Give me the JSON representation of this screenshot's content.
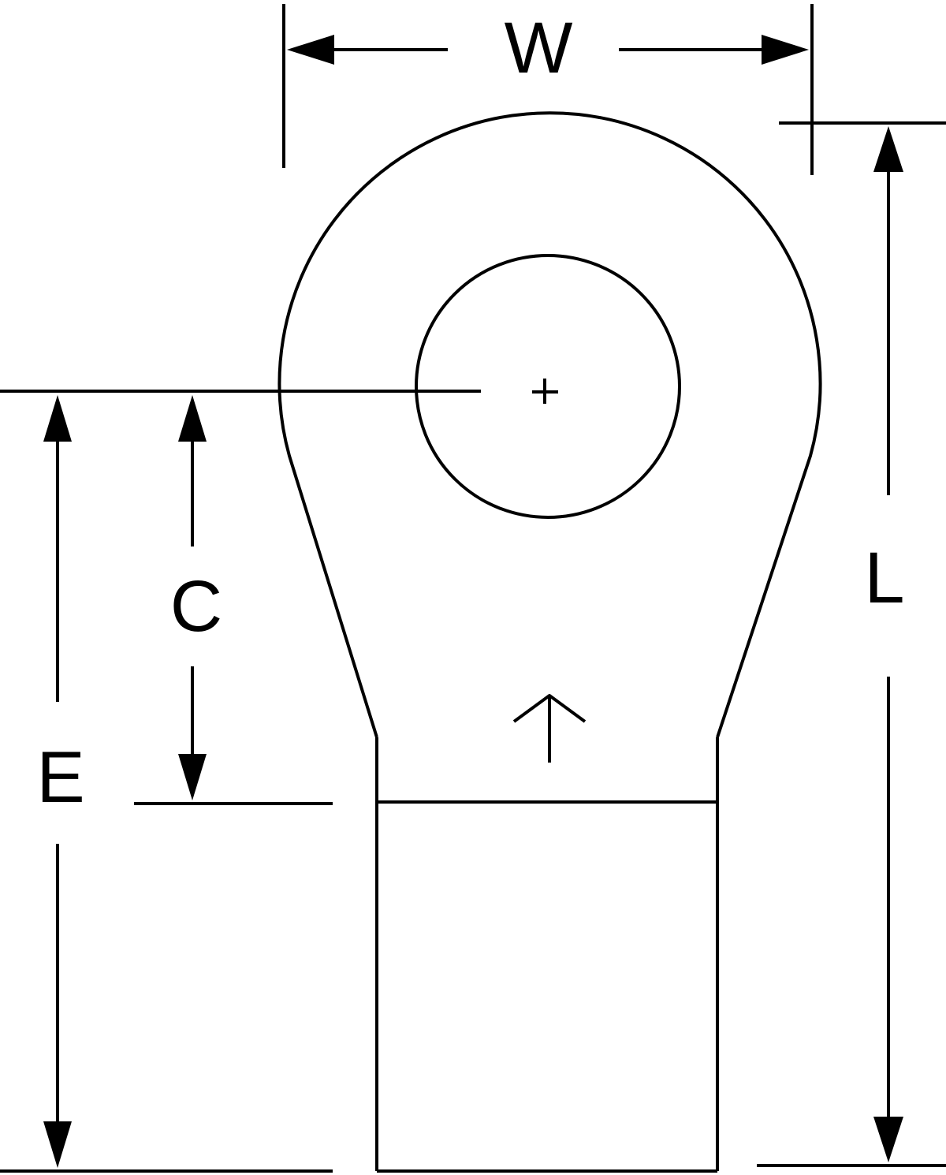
{
  "colors": {
    "line": "#000000",
    "background": "#ffffff"
  },
  "dimensions": {
    "width_label": "W",
    "length_label": "L",
    "center_label": "C",
    "edge_label": "E"
  }
}
